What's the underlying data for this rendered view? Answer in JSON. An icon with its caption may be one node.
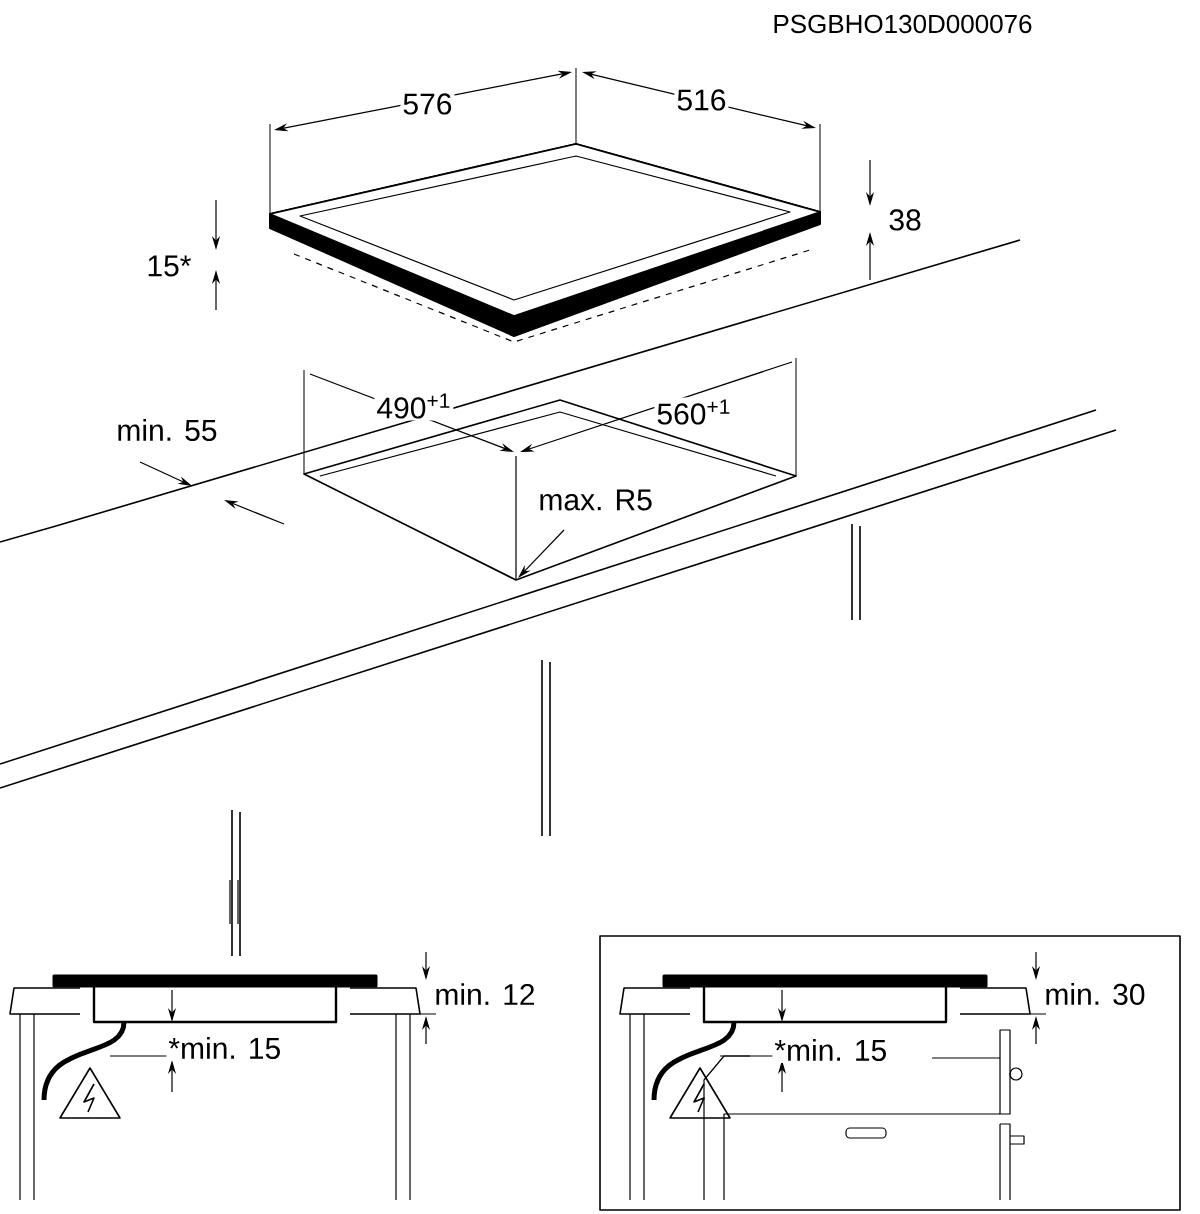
{
  "diagram": {
    "labels": [
      "PSGBHO130D000076",
      "576",
      "516",
      "38",
      "15*",
      "490$^{+1}$",
      "560$^{+1}$",
      "min. 55",
      "max. R5",
      "min. 12",
      "*min. 15",
      "min. 30",
      "*min. 15"
    ]
  }
}
